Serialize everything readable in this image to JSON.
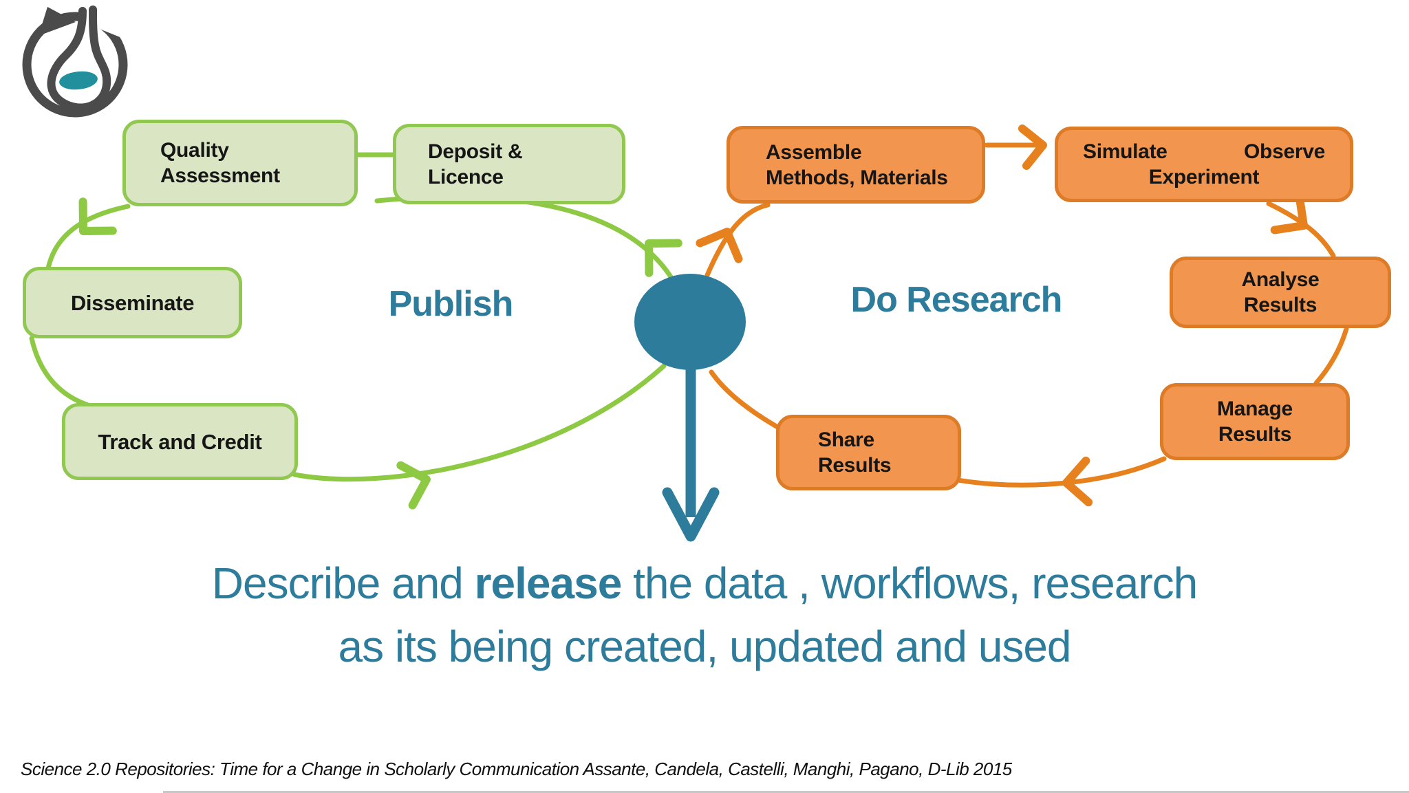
{
  "slide": {
    "publish_cycle": {
      "label": "Publish",
      "boxes": [
        {
          "label": "Quality\nAssessment"
        },
        {
          "label": "Deposit &\nLicence"
        },
        {
          "label": "Disseminate"
        },
        {
          "label": "Track and Credit"
        }
      ]
    },
    "research_cycle": {
      "label": "Do Research",
      "boxes": [
        {
          "label": "Assemble\nMethods, Materials"
        },
        {
          "line1_left": "Simulate",
          "line1_right": "Observe",
          "line2": "Experiment"
        },
        {
          "label": "Analyse\nResults"
        },
        {
          "label": "Manage\nResults"
        },
        {
          "label": "Share\nResults"
        }
      ]
    },
    "headline": {
      "line1_prefix": "Describe and ",
      "line1_bold": "release",
      "line1_suffix": " the data , workflows, research",
      "line2": "as its being created, updated and used"
    },
    "footer_citation": "Science 2.0 Repositories: Time for a Change in Scholarly Communication Assante, Candela, Castelli, Manghi, Pagano, D-Lib 2015",
    "icons": {
      "logo": "flask-cycle-logo",
      "center_hub": "repository-hub-circle",
      "down_arrow": "release-down-arrow"
    },
    "colors": {
      "teal": "#2e7c9c",
      "green_fill": "#dae6c3",
      "green_border": "#90c852",
      "green_arrow": "#8ec944",
      "orange_fill": "#f2954e",
      "orange_border": "#dd7b26",
      "orange_arrow": "#e6811e",
      "logo_gray": "#4b4b4b",
      "logo_liquid": "#21909c"
    }
  }
}
